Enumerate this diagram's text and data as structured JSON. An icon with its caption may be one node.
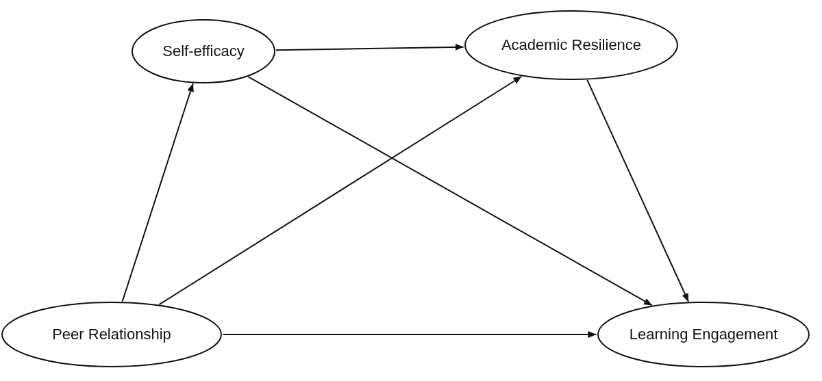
{
  "diagram": {
    "nodes": [
      {
        "text": [
          "Self-efficacy"
        ]
      },
      {
        "text": [
          "Academic Resilience"
        ]
      },
      {
        "text": [
          "Peer Relationship"
        ]
      },
      {
        "text": [
          "Learning Engagement"
        ]
      }
    ],
    "edges": [
      {
        "from": 0,
        "to": 1,
        "arrow": "to"
      },
      {
        "from": 2,
        "to": 0,
        "arrow": "to"
      },
      {
        "from": 2,
        "to": 1,
        "arrow": "to"
      },
      {
        "from": 0,
        "to": 3,
        "arrow": "to"
      },
      {
        "from": 1,
        "to": 3,
        "arrow": "to"
      },
      {
        "from": 2,
        "to": 3,
        "arrow": "to"
      }
    ]
  }
}
